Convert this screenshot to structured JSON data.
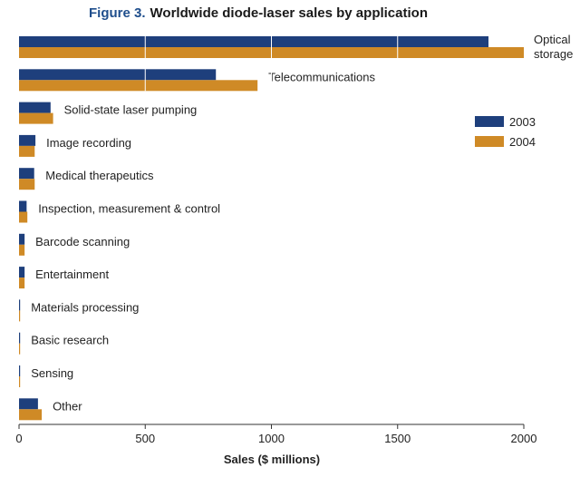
{
  "chart_data": {
    "type": "bar",
    "orientation": "horizontal",
    "title_prefix": "Figure 3.",
    "title": "Worldwide diode-laser sales by application",
    "xlabel": "Sales ($ millions)",
    "ylabel": "",
    "xlim": [
      0,
      2000
    ],
    "xticks": [
      0,
      500,
      1000,
      1500,
      2000
    ],
    "grid": "vertical lines at 500, 1000, 1500 over the top two bars",
    "legend_position": "right",
    "categories": [
      "Optical storage",
      "Telecommunications",
      "Solid-state laser pumping",
      "Image recording",
      "Medical therapeutics",
      "Inspection, measurement & control",
      "Barcode scanning",
      "Entertainment",
      "Materials processing",
      "Basic research",
      "Sensing",
      "Other"
    ],
    "category_label_lines": [
      [
        "Optical",
        "storage"
      ],
      [
        "Telecommunications"
      ],
      [
        "Solid-state laser pumping"
      ],
      [
        "Image recording"
      ],
      [
        "Medical therapeutics"
      ],
      [
        "Inspection, measurement & control"
      ],
      [
        "Barcode scanning"
      ],
      [
        "Entertainment"
      ],
      [
        "Materials processing"
      ],
      [
        "Basic research"
      ],
      [
        "Sensing"
      ],
      [
        "Other"
      ]
    ],
    "series": [
      {
        "name": "2003",
        "color": "#1e3f7c",
        "values": [
          1860,
          780,
          125,
          65,
          60,
          30,
          22,
          22,
          3,
          3,
          1,
          75
        ]
      },
      {
        "name": "2004",
        "color": "#cf8a26",
        "values": [
          2000,
          945,
          135,
          62,
          62,
          33,
          22,
          22,
          3,
          3,
          1,
          90
        ]
      }
    ]
  }
}
